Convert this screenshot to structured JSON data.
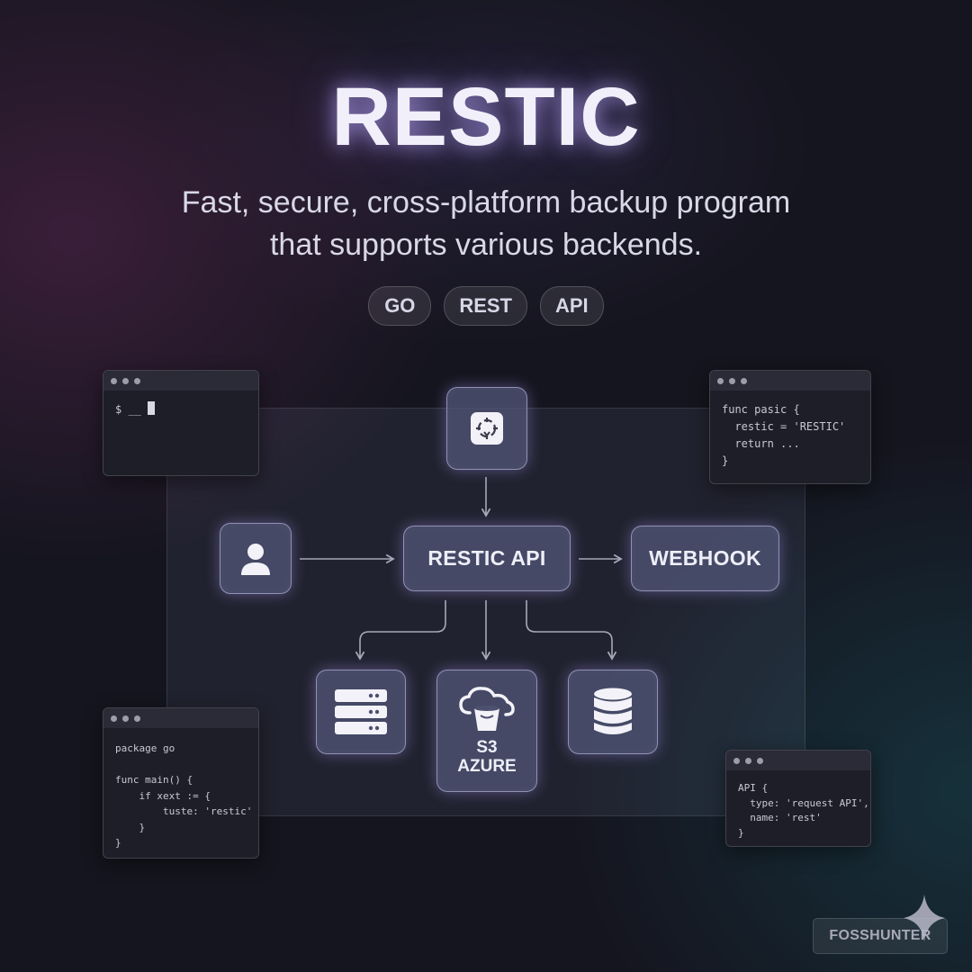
{
  "header": {
    "title": "RESTIC",
    "subtitle_line1": "Fast, secure, cross-platform backup program",
    "subtitle_line2": "that supports various backends."
  },
  "tags": [
    "GO",
    "REST",
    "API"
  ],
  "windows": {
    "terminal": "$ __ ",
    "code_top_right": "func pasic {\n  restic = 'RESTIC'\n  return ...\n}",
    "code_bottom_left": "package go\n\nfunc main() {\n    if xext := {\n        tuste: 'restic'\n    }\n}",
    "code_bottom_right": "API {\n  type: 'request API',\n  name: 'rest'\n}"
  },
  "diagram": {
    "nodes": {
      "api": "RESTIC API",
      "webhook": "WEBHOOK",
      "s3_line1": "S3",
      "s3_line2": "AZURE"
    },
    "icons": {
      "source": "restic-logo-icon",
      "user": "user-icon",
      "server": "server-icon",
      "cloud": "cloud-bucket-icon",
      "database": "database-icon"
    }
  },
  "colors": {
    "background": "#15151f",
    "glow": "#b4a6ff",
    "node_fill": "#505476"
  },
  "brand": "FOSSHUNTER"
}
